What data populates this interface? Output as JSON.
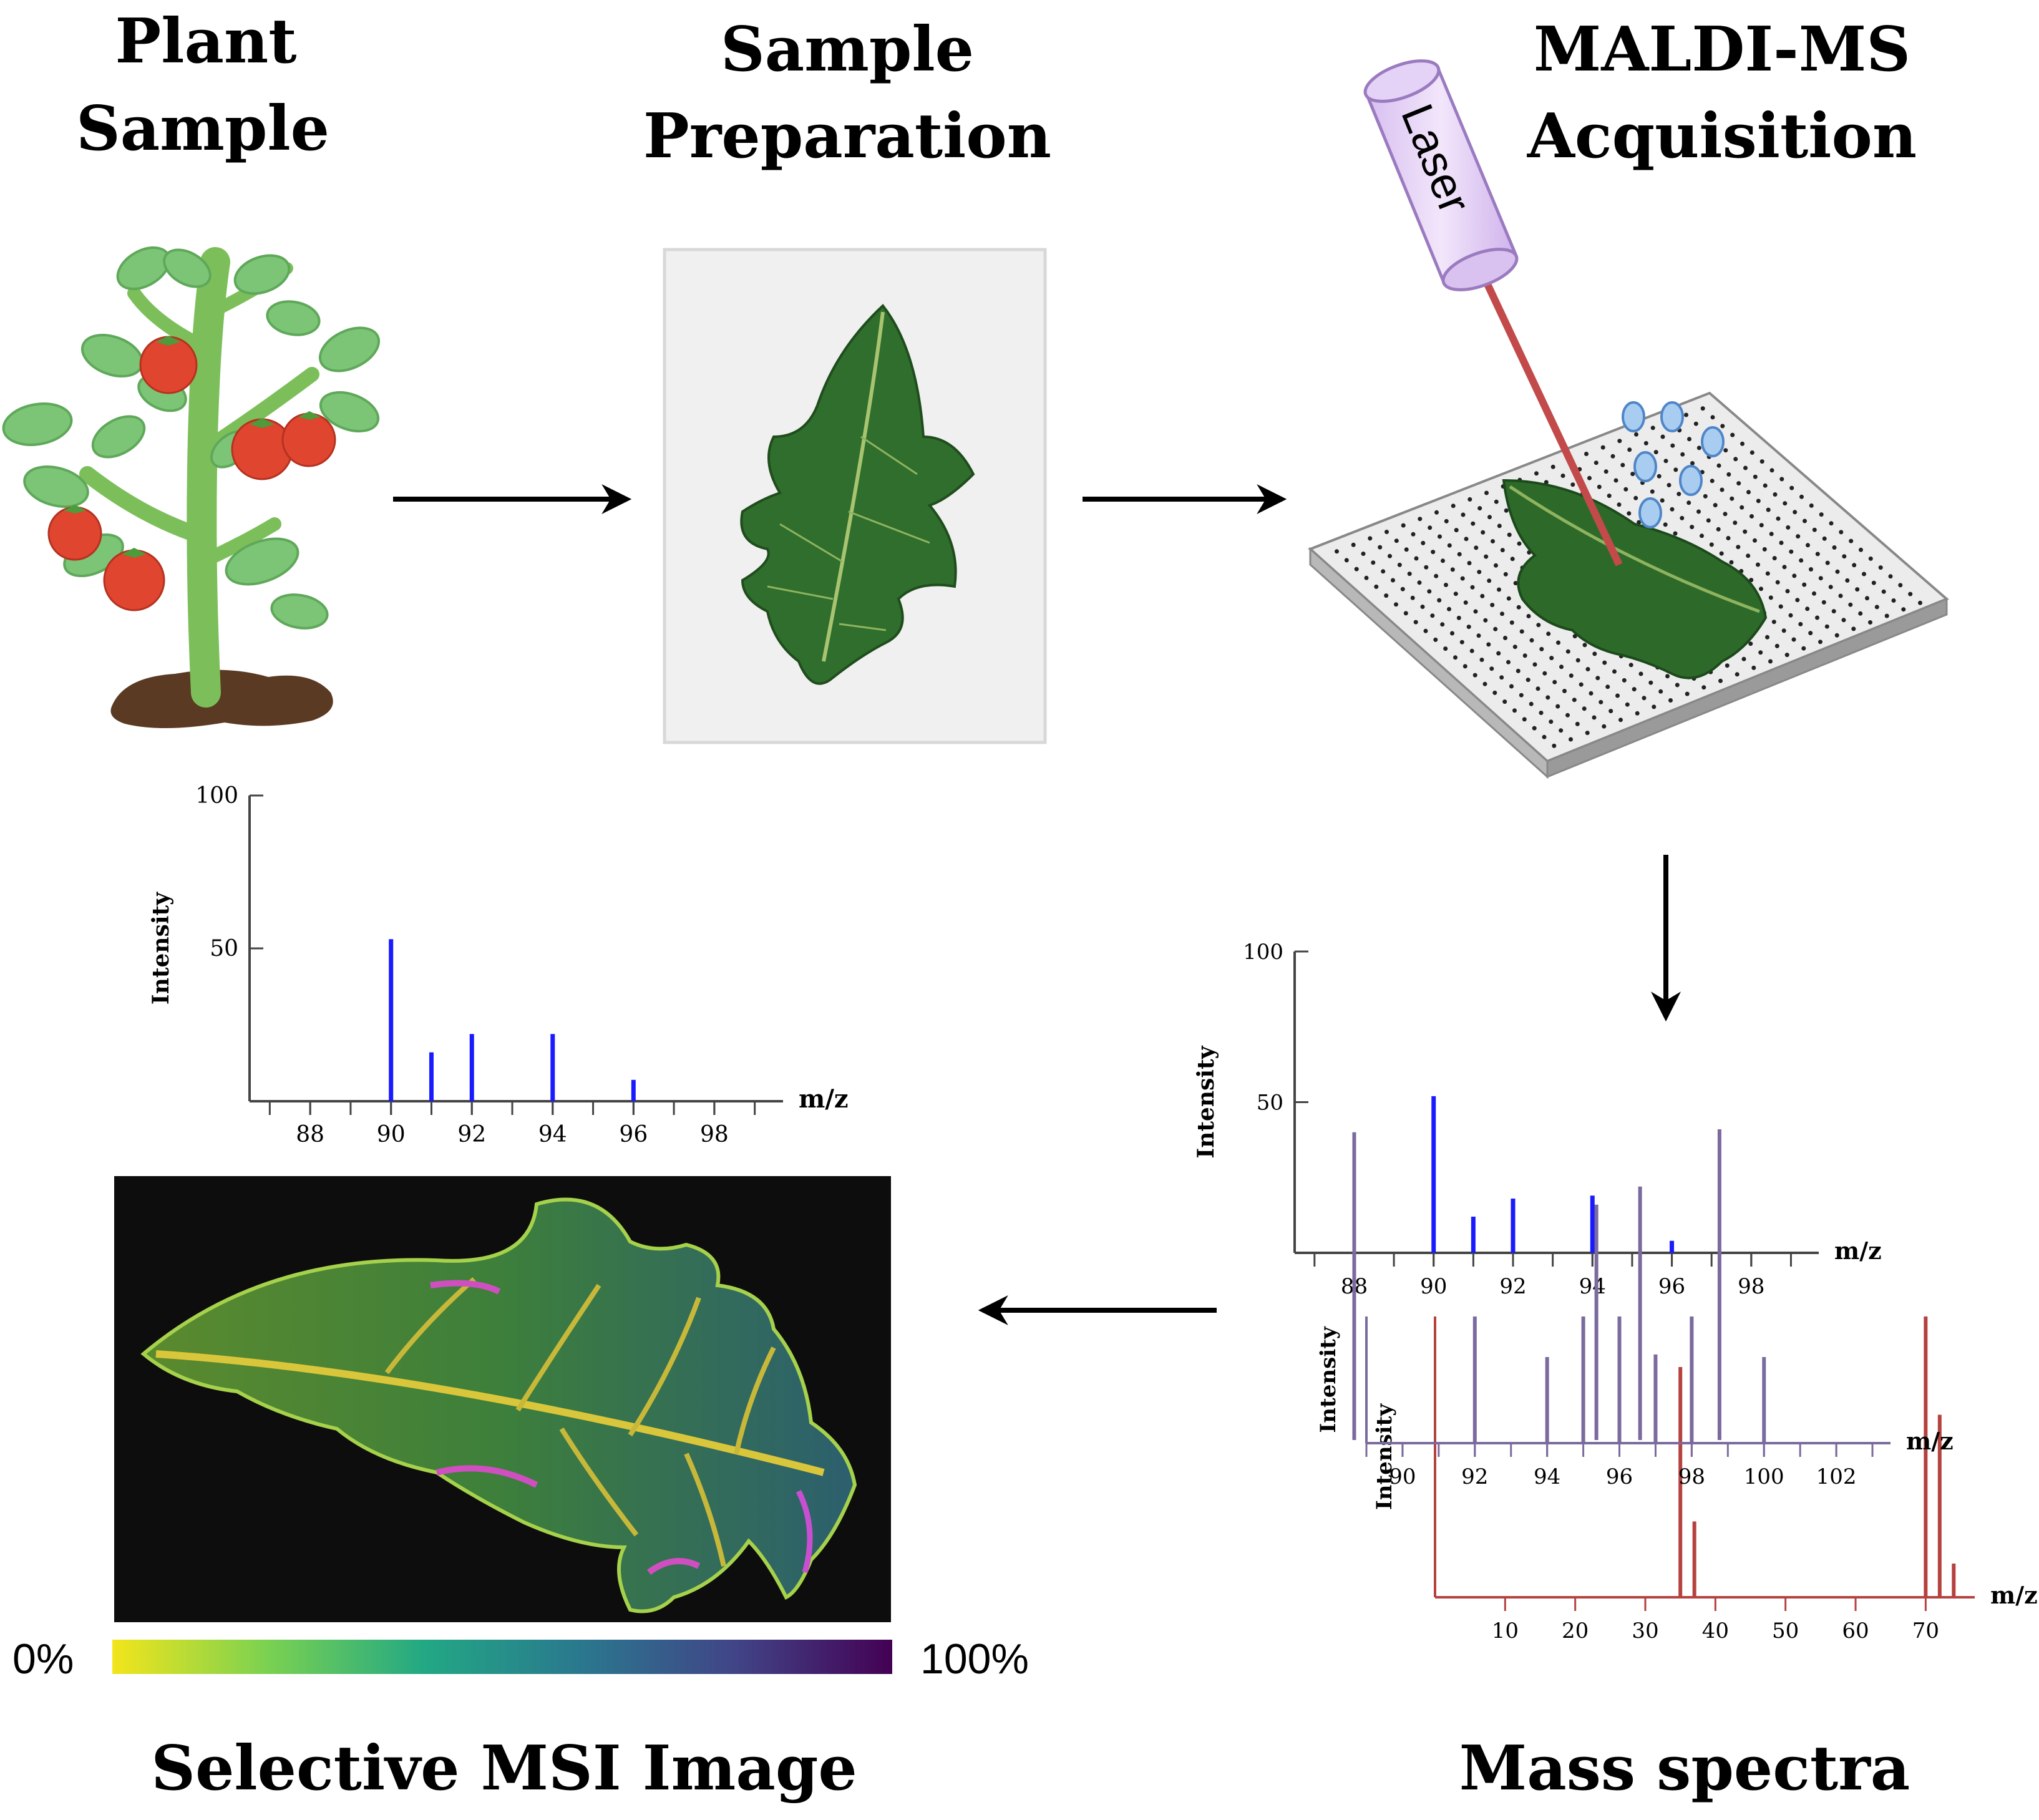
{
  "stages": {
    "plant": {
      "title_line1": "Plant",
      "title_line2": "Sample"
    },
    "prep": {
      "title_line1": "Sample",
      "title_line2": "Preparation"
    },
    "maldi": {
      "title_line1": "MALDI-MS",
      "title_line2": "Acquisition",
      "laser_label": "Laser"
    },
    "msi": {
      "title": "Selective MSI Image"
    },
    "spectra": {
      "title": "Mass spectra"
    }
  },
  "colorbar": {
    "min_label": "0%",
    "max_label": "100%",
    "colors": [
      "#f2e51b",
      "#7ad151",
      "#22a884",
      "#2a788e",
      "#414487",
      "#440154"
    ]
  },
  "colors": {
    "blue_peaks": "#1a1aff",
    "purple_peaks": "#7b6a9e",
    "red_peaks": "#b5423f",
    "arrows": "#000000"
  },
  "chart_data": [
    {
      "type": "bar",
      "name": "selected-spectrum",
      "ylabel": "Intensity",
      "xlabel": "m/z",
      "yticks": [
        "100",
        "50"
      ],
      "xticks": [
        "88",
        "90",
        "92",
        "94",
        "96",
        "98"
      ],
      "xlim": [
        86.5,
        99.7
      ],
      "ylim": [
        0,
        100
      ],
      "peaks": [
        {
          "x": 90,
          "y": 53
        },
        {
          "x": 91,
          "y": 16
        },
        {
          "x": 92,
          "y": 22
        },
        {
          "x": 94,
          "y": 22
        },
        {
          "x": 96,
          "y": 7
        }
      ]
    },
    {
      "type": "bar",
      "name": "stacked-spectra",
      "spectra": [
        {
          "ylabel": "Intensity",
          "xlabel": "m/z",
          "yticks": [
            "100",
            "50"
          ],
          "xticks": [
            "88",
            "90",
            "92",
            "94",
            "96",
            "98"
          ],
          "xlim": [
            86.5,
            99.7
          ],
          "ylim": [
            0,
            100
          ],
          "peaks_blue": [
            {
              "x": 90,
              "y": 52
            },
            {
              "x": 91,
              "y": 12
            },
            {
              "x": 92,
              "y": 18
            },
            {
              "x": 94,
              "y": 19
            },
            {
              "x": 96,
              "y": 4
            }
          ],
          "peaks_purple": [
            {
              "x": 88,
              "y": 40
            },
            {
              "x": 94.1,
              "y": 16
            },
            {
              "x": 95.2,
              "y": 22
            },
            {
              "x": 97.2,
              "y": 41
            }
          ]
        },
        {
          "ylabel": "Intensity",
          "xlabel": "m/z",
          "xticks": [
            "90",
            "92",
            "94",
            "96",
            "98",
            "100",
            "102"
          ],
          "xlim": [
            89,
            103.5
          ],
          "ylim": [
            0,
            100
          ],
          "peaks": [
            {
              "x": 92,
              "y": 100
            },
            {
              "x": 94,
              "y": 68
            },
            {
              "x": 95,
              "y": 100
            },
            {
              "x": 96,
              "y": 100
            },
            {
              "x": 97,
              "y": 70
            },
            {
              "x": 98,
              "y": 100
            },
            {
              "x": 100,
              "y": 68
            }
          ]
        },
        {
          "ylabel": "Intensity",
          "xlabel": "m/z",
          "xticks": [
            "10",
            "20",
            "30",
            "40",
            "50",
            "60",
            "70"
          ],
          "xlim": [
            0,
            77
          ],
          "ylim": [
            0,
            100
          ],
          "peaks": [
            {
              "x": 35,
              "y": 82
            },
            {
              "x": 37,
              "y": 27
            },
            {
              "x": 70,
              "y": 100
            },
            {
              "x": 72,
              "y": 65
            },
            {
              "x": 74,
              "y": 12
            }
          ]
        }
      ]
    }
  ]
}
